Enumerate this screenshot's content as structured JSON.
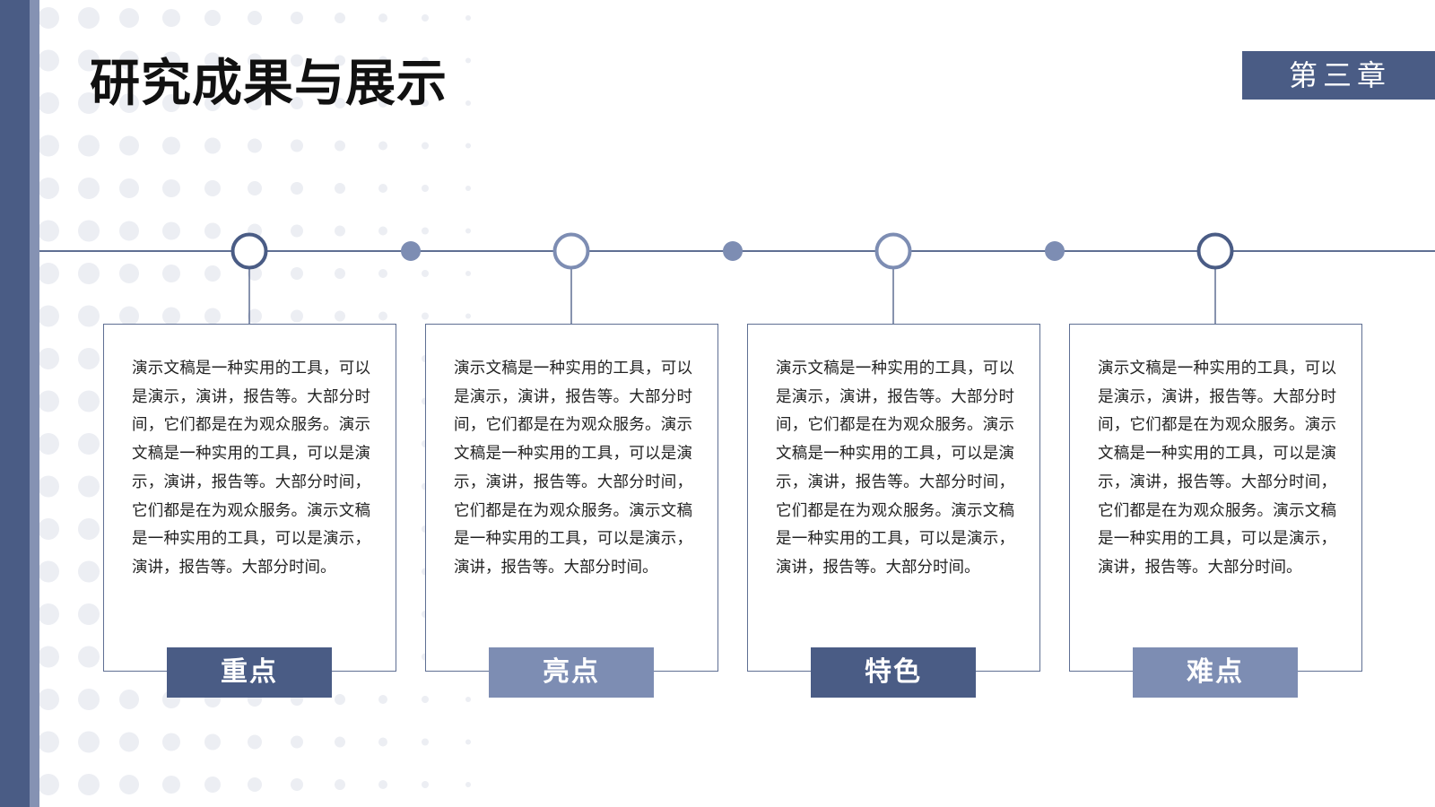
{
  "header": {
    "title": "研究成果与展示",
    "chapter_label": "第三章"
  },
  "colors": {
    "primary": "#4a5c85",
    "secondary": "#7d8db3",
    "line": "#5f6f93",
    "dots": "#eceef3"
  },
  "cards": [
    {
      "text": "演示文稿是一种实用的工具，可以是演示，演讲，报告等。大部分时间，它们都是在为观众服务。演示文稿是一种实用的工具，可以是演示，演讲，报告等。大部分时间，它们都是在为观众服务。演示文稿是一种实用的工具，可以是演示，演讲，报告等。大部分时间。",
      "label": "重点"
    },
    {
      "text": "演示文稿是一种实用的工具，可以是演示，演讲，报告等。大部分时间，它们都是在为观众服务。演示文稿是一种实用的工具，可以是演示，演讲，报告等。大部分时间，它们都是在为观众服务。演示文稿是一种实用的工具，可以是演示，演讲，报告等。大部分时间。",
      "label": "亮点"
    },
    {
      "text": "演示文稿是一种实用的工具，可以是演示，演讲，报告等。大部分时间，它们都是在为观众服务。演示文稿是一种实用的工具，可以是演示，演讲，报告等。大部分时间，它们都是在为观众服务。演示文稿是一种实用的工具，可以是演示，演讲，报告等。大部分时间。",
      "label": "特色"
    },
    {
      "text": "演示文稿是一种实用的工具，可以是演示，演讲，报告等。大部分时间，它们都是在为观众服务。演示文稿是一种实用的工具，可以是演示，演讲，报告等。大部分时间，它们都是在为观众服务。演示文稿是一种实用的工具，可以是演示，演讲，报告等。大部分时间。",
      "label": "难点"
    }
  ]
}
